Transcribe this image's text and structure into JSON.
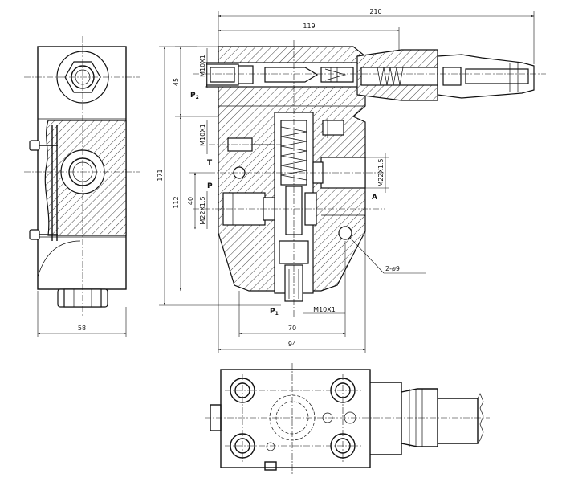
{
  "dimensions": {
    "overall_length": "210",
    "body_length": "119",
    "overall_height": "171",
    "body_height": "112",
    "top_section": "45",
    "port_p_offset": "40",
    "base_width": "94",
    "port_spacing": "70",
    "side_width": "58"
  },
  "threads": {
    "p2_port": "M10X1",
    "t_port": "M10X1",
    "p_port": "M22X1.5",
    "a_port": "M22X1.5",
    "p1_port": "M10X1"
  },
  "holes": {
    "mounting": "2-ø9"
  },
  "ports": {
    "p2": "P",
    "p2_sub": "2",
    "t": "T",
    "p": "P",
    "a": "A",
    "p1": "P",
    "p1_sub": "1"
  }
}
